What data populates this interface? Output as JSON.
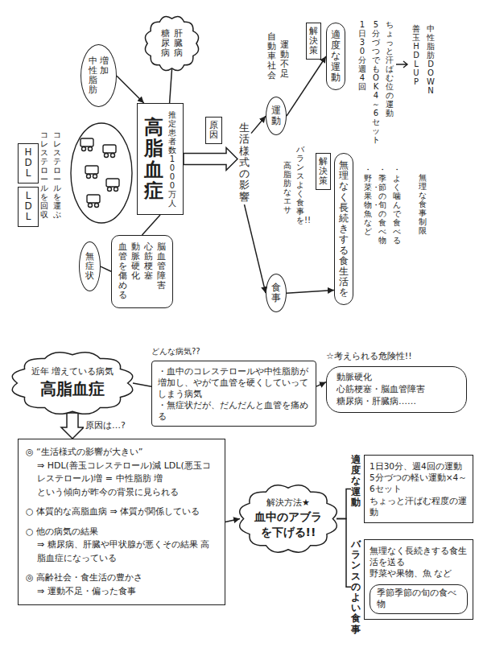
{
  "diagram": {
    "nodes": [
      {
        "text": [
          "LDL"
        ]
      },
      {
        "text": [
          "HDL"
        ]
      },
      {
        "text": [
          "中性脂肪",
          "増加"
        ]
      },
      {
        "text": [
          "糖尿病",
          "肝臓病"
        ]
      },
      {
        "text": [
          "高脂血症",
          "推定患者数1000万人"
        ]
      },
      {
        "text": [
          "無症状"
        ]
      },
      {
        "text": [
          "血管を傷める",
          "動脈硬化",
          "心筋梗塞",
          "脳血管障害"
        ]
      },
      {
        "text": [
          "原因"
        ]
      },
      {
        "text": [
          "生活様式の影響"
        ]
      },
      {
        "text": [
          "運動"
        ]
      },
      {
        "text": [
          "食事"
        ]
      },
      {
        "text": [
          "解決策"
        ]
      },
      {
        "text": [
          "適度な運動"
        ]
      },
      {
        "text": [
          "解決策"
        ]
      },
      {
        "text": [
          "無理なく長続きする食生活を"
        ]
      },
      {
        "text": [
          "近年 増えている病気",
          "高脂血症"
        ]
      },
      {
        "text": [
          "どんな病気??",
          "・血中のコレステロールや中性脂肪が増加し、やがて血管を硬くしていってしまう病気",
          "・無症状だが、だんだんと血管を痛める"
        ]
      },
      {
        "text": [
          "☆考えられる危険性!!",
          "動脈硬化",
          "心筋梗塞・脳血管障害",
          "糖尿病・肝臓病……"
        ]
      },
      {
        "text": [
          "◎ “生活様式の影響が大きい”",
          "⇒ HDL(善玉コレステロール)減 LDL(悪玉コレステロール)増 = 中性脂肪 増",
          "という傾向が昨今の背景に見られる",
          "○ 体質的な高脂血病 ⇒ 体質が関係している",
          "○ 他の病気の結果",
          "⇒ 糖尿病、肝臓や甲状腺が悪くその結果 高脂血症になっている",
          "◎ 高齢社会・食生活の豊かさ",
          "⇒ 運動不足・偏った食事"
        ]
      },
      {
        "text": [
          "解決方法★",
          "血中のアブラを下げる!!"
        ]
      },
      {
        "text": [
          "適度な運動",
          "1日30分、週4回の運動",
          "5分づつの軽い運動×4～6セット",
          "ちょっと汗ばむ程度の運動"
        ]
      },
      {
        "text": [
          "バランスのよい食事",
          "無理なく長続きする食生活を送る",
          "野菜や果物、魚 など"
        ]
      },
      {
        "text": [
          "季節季節の旬の食べ物"
        ],
        "in": 21
      }
    ],
    "edges": [
      {
        "from": 2,
        "to": 4,
        "arrow": "to"
      },
      {
        "from": 3,
        "to": 4,
        "arrow": "none"
      },
      {
        "from": 6,
        "to": 4,
        "arrow": "none"
      },
      {
        "from": 4,
        "to": 8,
        "arrow": "to"
      },
      {
        "from": 8,
        "to": 9,
        "arrow": "to"
      },
      {
        "from": 8,
        "to": 10,
        "arrow": "to"
      },
      {
        "from": 9,
        "to": 12,
        "arrow": "to"
      },
      {
        "from": 10,
        "to": 14,
        "arrow": "to"
      },
      {
        "from": 15,
        "to": 16,
        "arrow": "none"
      },
      {
        "from": 16,
        "to": 17,
        "arrow": "to"
      },
      {
        "from": 15,
        "to": 18,
        "label": "原因は…?",
        "arrow": "to"
      },
      {
        "from": 18,
        "to": 19,
        "arrow": "to"
      },
      {
        "from": 19,
        "to": 20,
        "arrow": "none"
      },
      {
        "from": 19,
        "to": 21,
        "arrow": "none"
      },
      {
        "from": 5,
        "to": 6,
        "arrow": "none"
      }
    ],
    "labels": [
      "コレステロールを回収",
      "コレステロールを運ぶ",
      "自動車社会",
      "運動不足",
      "高脂肪なエサ",
      "バランスよく食事を!!",
      "1日30分 週4回",
      "5分づつでもOK 4～6セット",
      "ちょっと汗ばむ位の運動",
      "善玉HDL UP",
      "中性脂肪DOWN",
      "・野菜・果物・魚など",
      "・季節の旬の食べ物",
      "・よく噛んで食べる",
      "無理な食事制限"
    ]
  }
}
